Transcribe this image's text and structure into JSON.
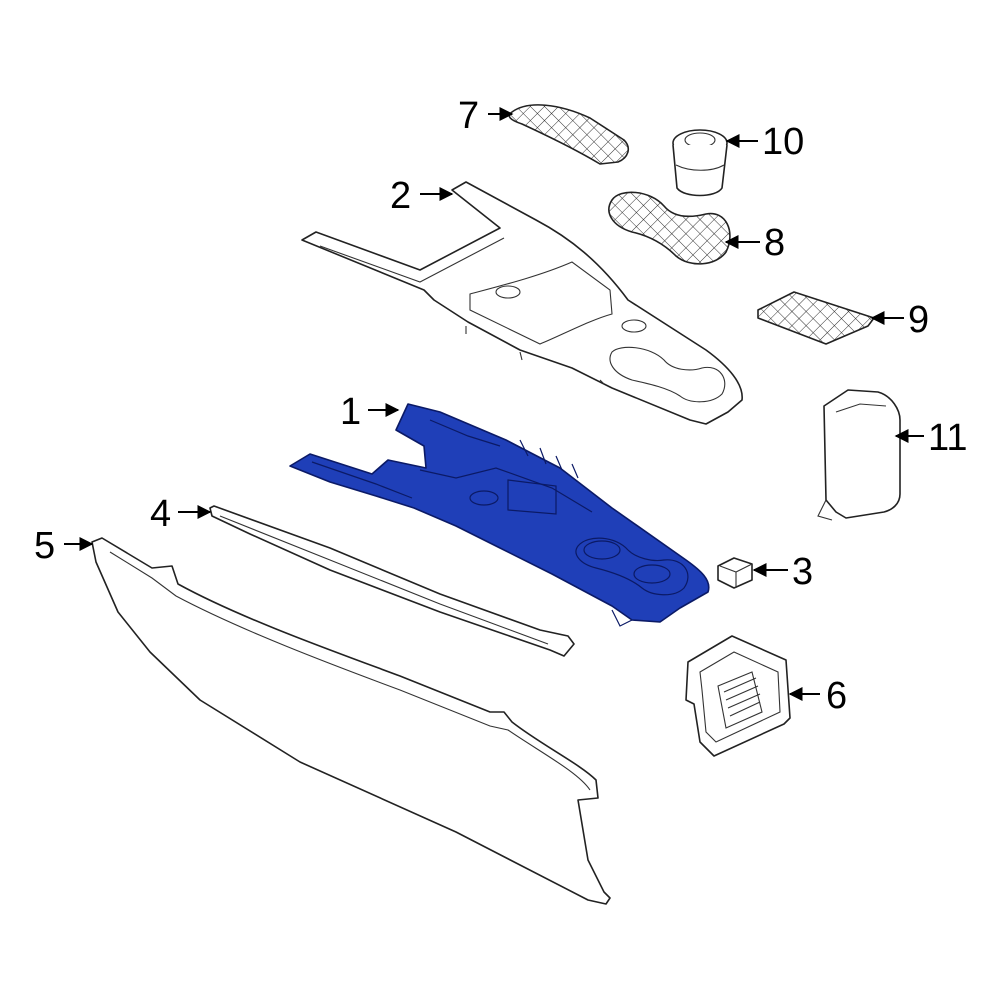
{
  "callouts": {
    "c1": "1",
    "c2": "2",
    "c3": "3",
    "c4": "4",
    "c5": "5",
    "c6": "6",
    "c7": "7",
    "c8": "8",
    "c9": "9",
    "c10": "10",
    "c11": "11"
  },
  "highlight_part": "1",
  "colors": {
    "highlight_fill": "#1f3fb8",
    "highlight_stroke": "#0b1a66",
    "line": "#222222",
    "background": "#ffffff"
  }
}
